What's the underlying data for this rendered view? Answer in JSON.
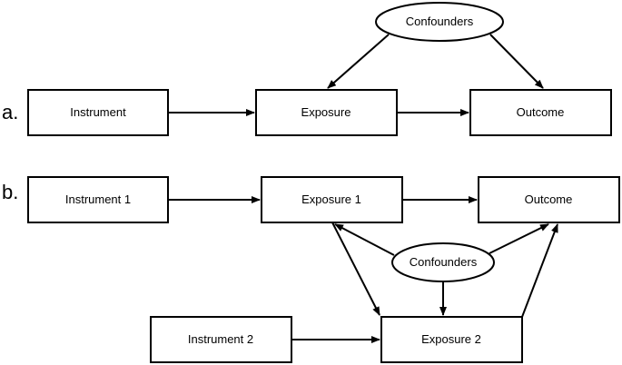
{
  "panel_a": {
    "label": "a.",
    "instrument": "Instrument",
    "exposure": "Exposure",
    "outcome": "Outcome",
    "confounders": "Confounders"
  },
  "panel_b": {
    "label": "b.",
    "instrument_1": "Instrument 1",
    "exposure_1": "Exposure 1",
    "outcome": "Outcome",
    "confounders": "Confounders",
    "instrument_2": "Instrument 2",
    "exposure_2": "Exposure 2"
  },
  "colors": {
    "stroke": "#000000",
    "fill": "#ffffff"
  }
}
